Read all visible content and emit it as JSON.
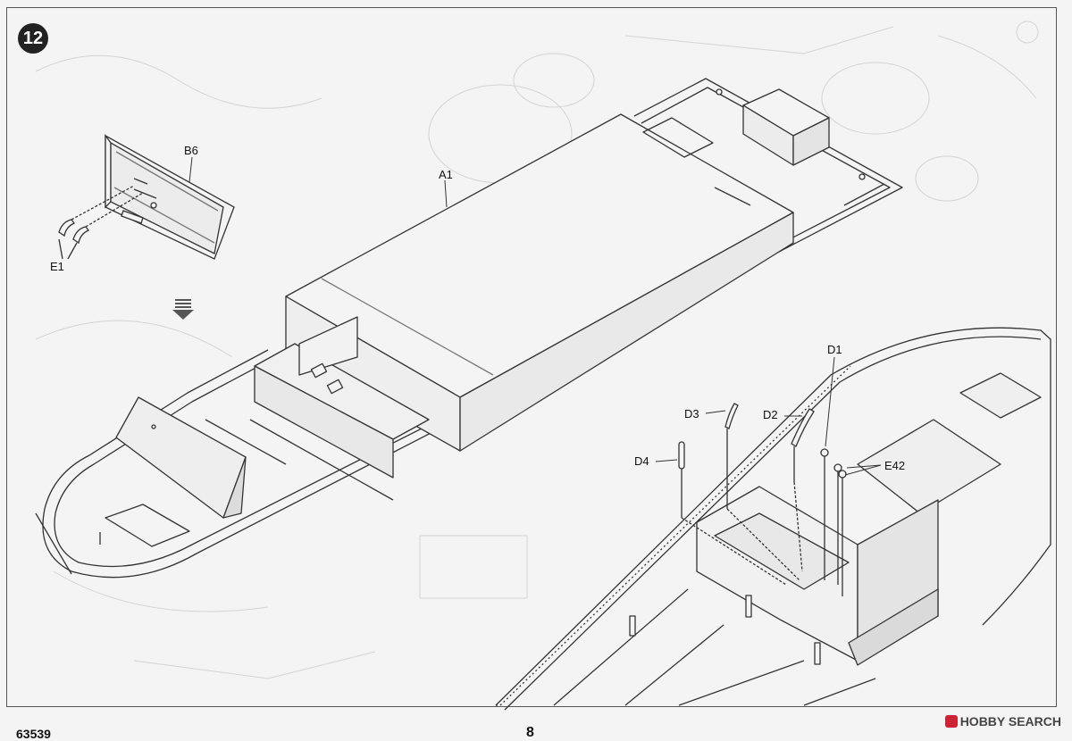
{
  "step": {
    "number": "12"
  },
  "callouts": {
    "b6": "B6",
    "e1": "E1",
    "a1": "A1",
    "d1": "D1",
    "d2": "D2",
    "d3": "D3",
    "d4": "D4",
    "e42": "E42"
  },
  "footer": {
    "code": "63539",
    "page": "8"
  },
  "watermark": {
    "text": "HOBBY SEARCH",
    "color": "#cc2233"
  },
  "colors": {
    "line": "#333333",
    "ghost": "#cfcfcf",
    "paper": "#f4f4f4"
  }
}
